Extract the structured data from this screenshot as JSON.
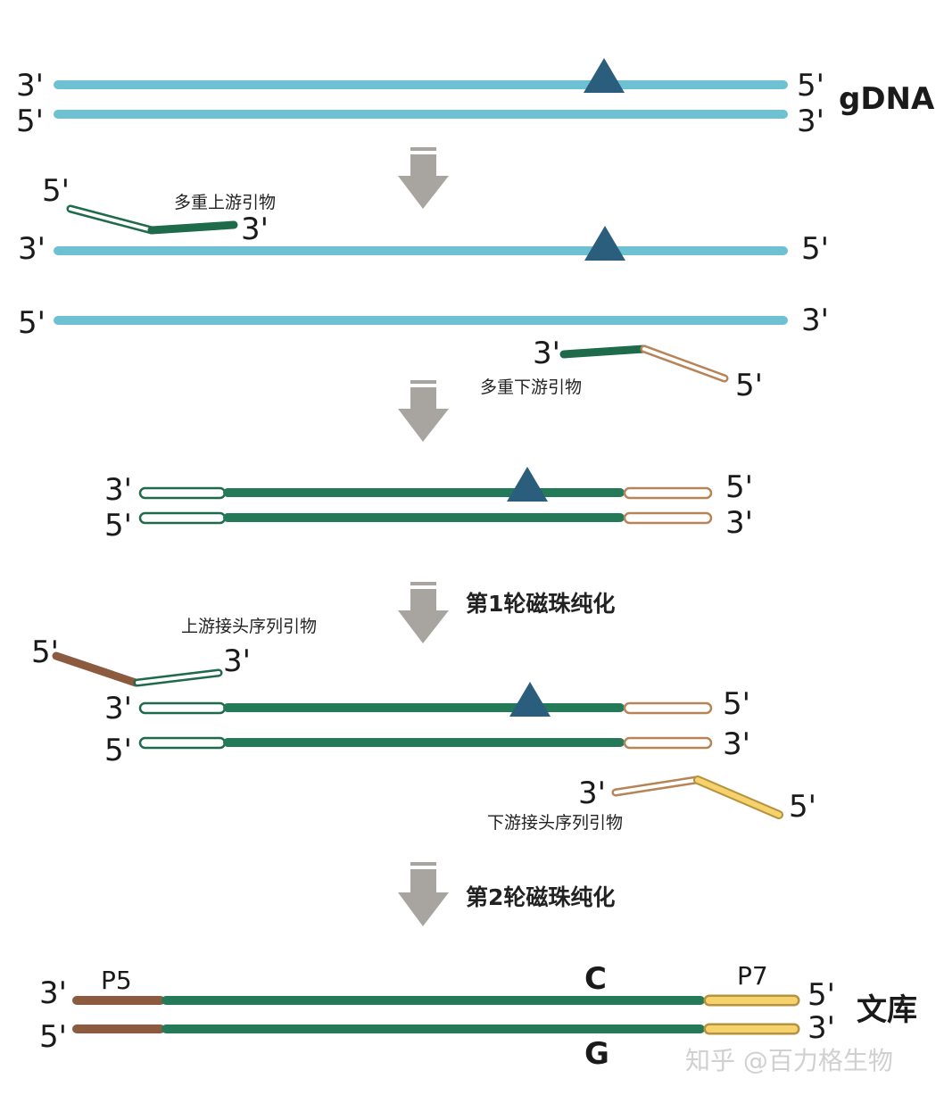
{
  "colors": {
    "gdna": "#6ec1d2",
    "primer_green": "#1d6b4b",
    "amplicon_green": "#247a58",
    "triangle": "#2b5d7c",
    "upstream_primer_tail": "#1d6b4b",
    "downstream_primer_tail": "#b78457",
    "p5_brown": "#8b5a3f",
    "p7_yellow": "#f5d26b",
    "arrow_gray": "#a8a5a0"
  },
  "section1": {
    "label": "gDNA",
    "top_left": "3'",
    "top_right": "5'",
    "bottom_left": "5'",
    "bottom_right": "3'"
  },
  "section2": {
    "upstream_primer_label": "多重上游引物",
    "upstream_primer_5": "5'",
    "upstream_primer_3": "3'",
    "top_left": "3'",
    "top_right": "5'",
    "bottom_left": "5'",
    "bottom_right": "3'",
    "downstream_primer_label": "多重下游引物",
    "downstream_primer_3": "3'",
    "downstream_primer_5": "5'"
  },
  "section3": {
    "top_left": "3'",
    "top_right": "5'",
    "bottom_left": "5'",
    "bottom_right": "3'"
  },
  "step1": {
    "label": "第1轮磁珠纯化"
  },
  "section4": {
    "upstream_adapter_label": "上游接头序列引物",
    "upstream_adapter_5": "5'",
    "upstream_adapter_3": "3'",
    "top_left": "3'",
    "top_right": "5'",
    "bottom_left": "5'",
    "bottom_right": "3'",
    "downstream_adapter_label": "下游接头序列引物",
    "downstream_adapter_3": "3'",
    "downstream_adapter_5": "5'"
  },
  "step2": {
    "label": "第2轮磁珠纯化"
  },
  "section5": {
    "label": "文库",
    "p5": "P5",
    "p7": "P7",
    "top_base": "C",
    "bottom_base": "G",
    "top_left": "3'",
    "top_right": "5'",
    "bottom_left": "5'",
    "bottom_right": "3'"
  },
  "watermark": "知乎 @百力格生物"
}
